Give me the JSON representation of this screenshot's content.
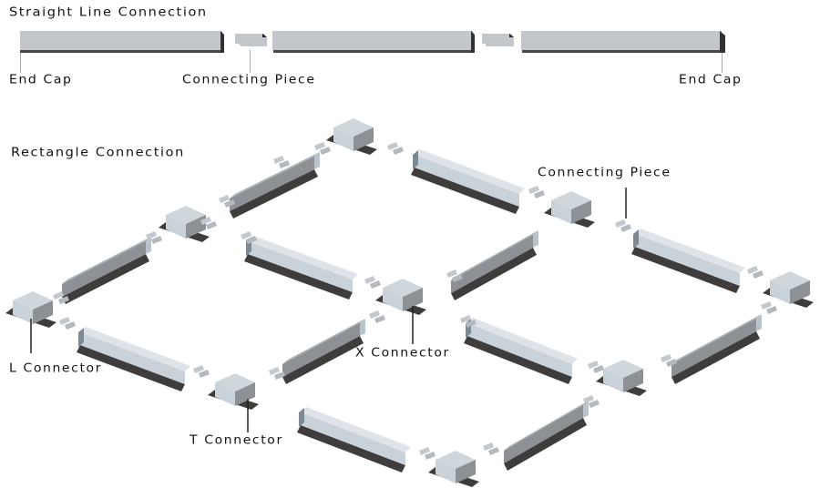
{
  "straight_section": {
    "title": "Straight Line Connection",
    "labels": {
      "end_cap_left": "End Cap",
      "connecting_piece": "Connecting Piece",
      "end_cap_right": "End Cap"
    },
    "parts": [
      "profile",
      "connecting-piece",
      "profile",
      "connecting-piece",
      "profile"
    ]
  },
  "rectangle_section": {
    "title": "Rectangle Connection",
    "labels": {
      "connecting_piece": "Connecting Piece",
      "x_connector": "X Connector",
      "l_connector": "L Connector",
      "t_connector": "T Connector"
    }
  },
  "colors": {
    "profile_top": "#c3c6ca",
    "profile_light": "#c9d2d9",
    "profile_mid": "#8d9196",
    "profile_dark": "#3f3d3c",
    "leader": "#222222"
  }
}
